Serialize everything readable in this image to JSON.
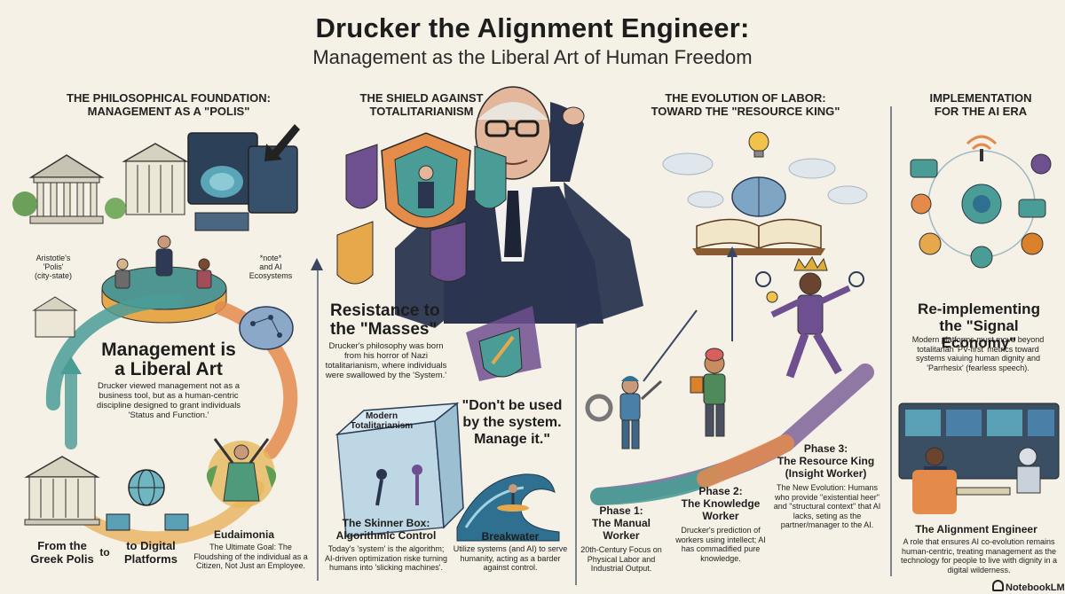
{
  "header": {
    "title": "Drucker the Alignment Engineer:",
    "subtitle": "Management as the Liberal Art of Human Freedom"
  },
  "col1": {
    "heading_line1": "THE PHILOSOPHICAL FOUNDATION:",
    "heading_line2": "MANAGEMENT AS A \"POLIS\"",
    "label_aristotle_1": "Aristotle's",
    "label_aristotle_2": "'Polis'",
    "label_aristotle_3": "(city-state)",
    "label_note_1": "*note*",
    "label_note_2": "and AI",
    "label_note_3": "Ecosystems",
    "main_heading_1": "Management is",
    "main_heading_2": "a Liberal Art",
    "main_body": "Drucker viewed management not as a business tool, but as a human-centric discipline designed to grant individuals 'Status and Function.'",
    "eudaimonia_title": "Eudaimonia",
    "eudaimonia_body": "The Ultimate Goal: The Floudshing of the individual as a Citizen, Not Just an Employee.",
    "from_1": "From the",
    "from_2": "Greek Polis",
    "to": "to",
    "digital_1": "to Digital",
    "digital_2": "Platforms"
  },
  "col2": {
    "heading_line1": "THE SHIELD AGAINST",
    "heading_line2": "TOTALITARIANISM",
    "resistance_1": "Resistance to",
    "resistance_2": "the \"Masses\"",
    "resistance_body": "Drucker's philosophy was born from his horror of Nazi totalitarianism, where individuals were swallowed by the 'System.'",
    "box_label_1": "Modern",
    "box_label_2": "Totalitarianism",
    "quote_1": "\"Don't be used",
    "quote_2": "by the system.",
    "quote_3": "Manage it.\"",
    "skinner_1": "The Skinner Box:",
    "skinner_2": "Algorithmic Control",
    "skinner_body": "Today's 'system' is the algorithm; AI-driven optimization riske turning humans into 'slicking machines'.",
    "breakwater_title": "Breakwater",
    "breakwater_body": "Utilize systems (and AI) to serve humanity, acting as a barder against control."
  },
  "col3": {
    "heading_line1": "THE EVOLUTION OF LABOR:",
    "heading_line2": "TOWARD THE \"RESOURCE KING\"",
    "phase1_1": "Phase 1:",
    "phase1_2": "The Manual",
    "phase1_3": "Worker",
    "phase1_body": "20th-Century Focus on Physical Labor and Industrial Output.",
    "phase2_1": "Phase 2:",
    "phase2_2": "The Knowledge",
    "phase2_3": "Worker",
    "phase2_body": "Drucker's prediction of workers using intellect; AI has commadified pure knowledge.",
    "phase3_1": "Phase 3:",
    "phase3_2": "The Resource King",
    "phase3_3": "(Insight Worker)",
    "phase3_body": "The New Evolution: Humans who provide \"existential heer\" and \"structural context\" that AI lacks, seting as the partner/manager to the AI."
  },
  "col4": {
    "heading_line1": "IMPLEMENTATION",
    "heading_line2": "FOR THE AI ERA",
    "signal_1": "Re-implementing",
    "signal_2": "the \"Signal Economy\"",
    "signal_body": "Modern platforms must move beyond totalitarian 'PV-first' metrics toward systems vaiuing human dignity and 'Parrhesix' (fearless speech).",
    "engineer_title": "The Alignment Engineer",
    "engineer_body": "A role that ensures AI co-evolution remains human-centric, treating management as the technology for people to live with dignity in a digital wilderness.",
    "logo": "NotebookLM"
  },
  "colors": {
    "teal": "#3f8f8a",
    "orange": "#e9874a",
    "purple": "#6e4f8f",
    "navy": "#28334d",
    "cream": "#f6f1e6",
    "gold": "#e0ad3a"
  }
}
